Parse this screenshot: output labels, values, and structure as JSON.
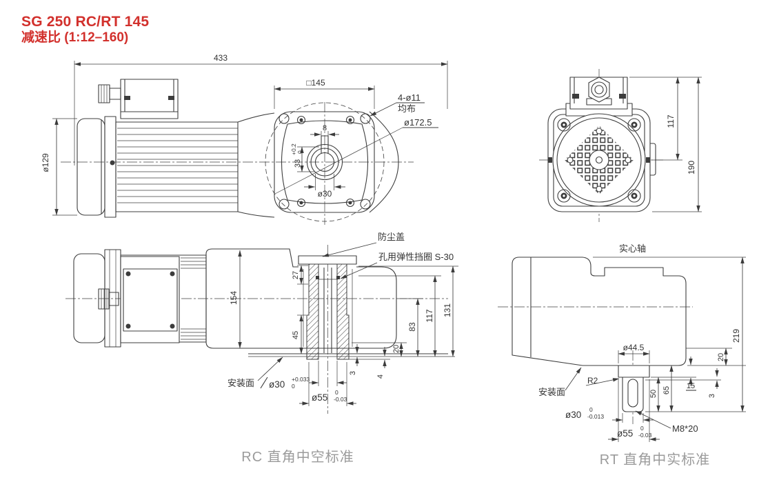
{
  "title": {
    "model": "SG 250 RC/RT 145",
    "ratio": "减速比 (1:12–160)"
  },
  "colors": {
    "accent_red": "#d2302c",
    "line": "#3c3c3c",
    "caption_gray": "#9b9b9b"
  },
  "view_side": {
    "dim_overall": "433",
    "dim_flange_square": "□145",
    "dim_motor_dia": "ø129",
    "label_holes": "4-ø11",
    "label_holes_note": "均布",
    "dim_bolt_circle": "ø172.5",
    "dim_key_width": "8",
    "dim_key_height": "33",
    "tol_key_upper": "+0.2",
    "tol_key_lower": "0",
    "dim_bore": "ø30"
  },
  "view_rear": {
    "dim_box_height": "117",
    "dim_total_height": "190"
  },
  "view_rc": {
    "caption": "RC 直角中空标准",
    "label_dust_cover": "防尘盖",
    "label_circlip": "孔用弹性挡圈 S-30",
    "label_mount_face": "安装面",
    "dim_motor_width": "154",
    "dim_shaft_top": "27",
    "dim_hub_len": "45",
    "dim_h131": "131",
    "dim_h117": "117",
    "dim_h83": "83",
    "dim_h20": "20",
    "dim_h4": "4",
    "dim_h3": "3",
    "dim_bore": "ø30",
    "tol_bore_upper": "+0.033",
    "tol_bore_lower": "0",
    "dim_hub": "ø55",
    "tol_hub_upper": "0",
    "tol_hub_lower": "-0.03"
  },
  "view_rt": {
    "caption": "RT 直角中实标准",
    "label_solid_shaft": "实心轴",
    "label_mount_face": "安装面",
    "label_fillet": "R2",
    "label_tap": "M8*20",
    "dim_hub_top": "ø44.5",
    "dim_h219": "219",
    "dim_h20": "20",
    "dim_h3": "3",
    "dim_h15": "15",
    "dim_h65": "65",
    "dim_h50": "50",
    "dim_shaft": "ø30",
    "tol_shaft_upper": "0",
    "tol_shaft_lower": "-0.013",
    "dim_hub": "ø55",
    "tol_hub_upper": "0",
    "tol_hub_lower": "-0.03"
  }
}
